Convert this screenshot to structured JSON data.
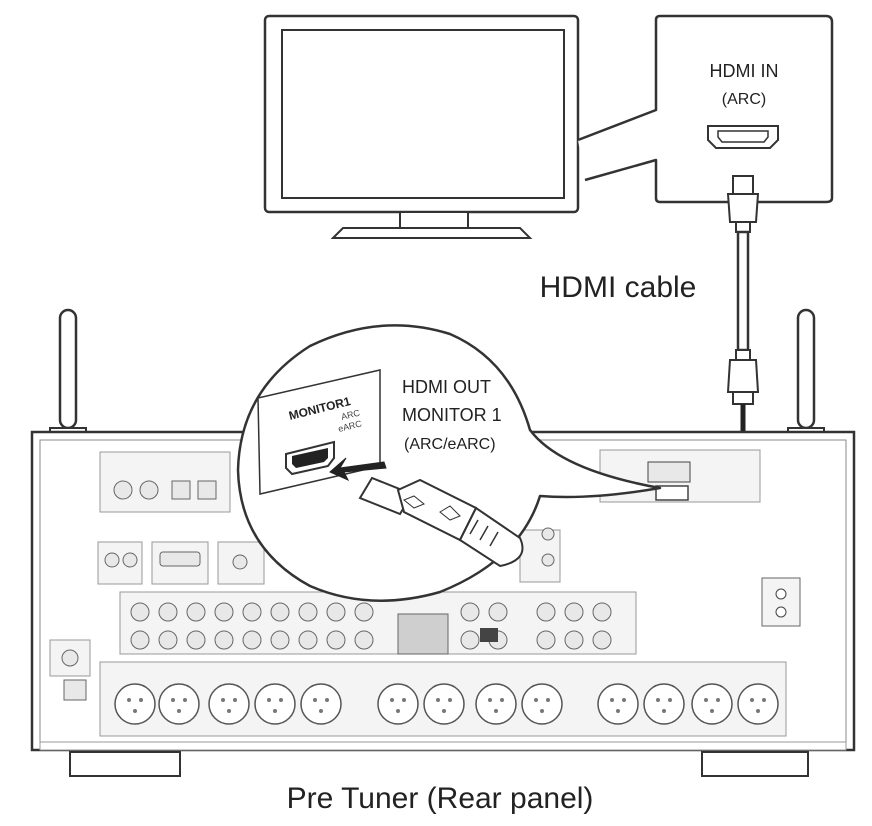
{
  "labels": {
    "tv_port_name": "HDMI IN",
    "tv_port_mode": "(ARC)",
    "cable": "HDMI cable",
    "out_line1": "HDMI OUT",
    "out_line2": "MONITOR 1",
    "out_line3": "(ARC/eARC)",
    "panel_port_name": "MONITOR1",
    "panel_port_arc": "ARC",
    "panel_port_earc": "eARC",
    "caption": "Pre Tuner (Rear panel)"
  },
  "colors": {
    "line": "#333333",
    "panel_fill": "#f4f4f4",
    "connector_fill": "#e8e8e8",
    "callout_fill": "#ffffff"
  }
}
